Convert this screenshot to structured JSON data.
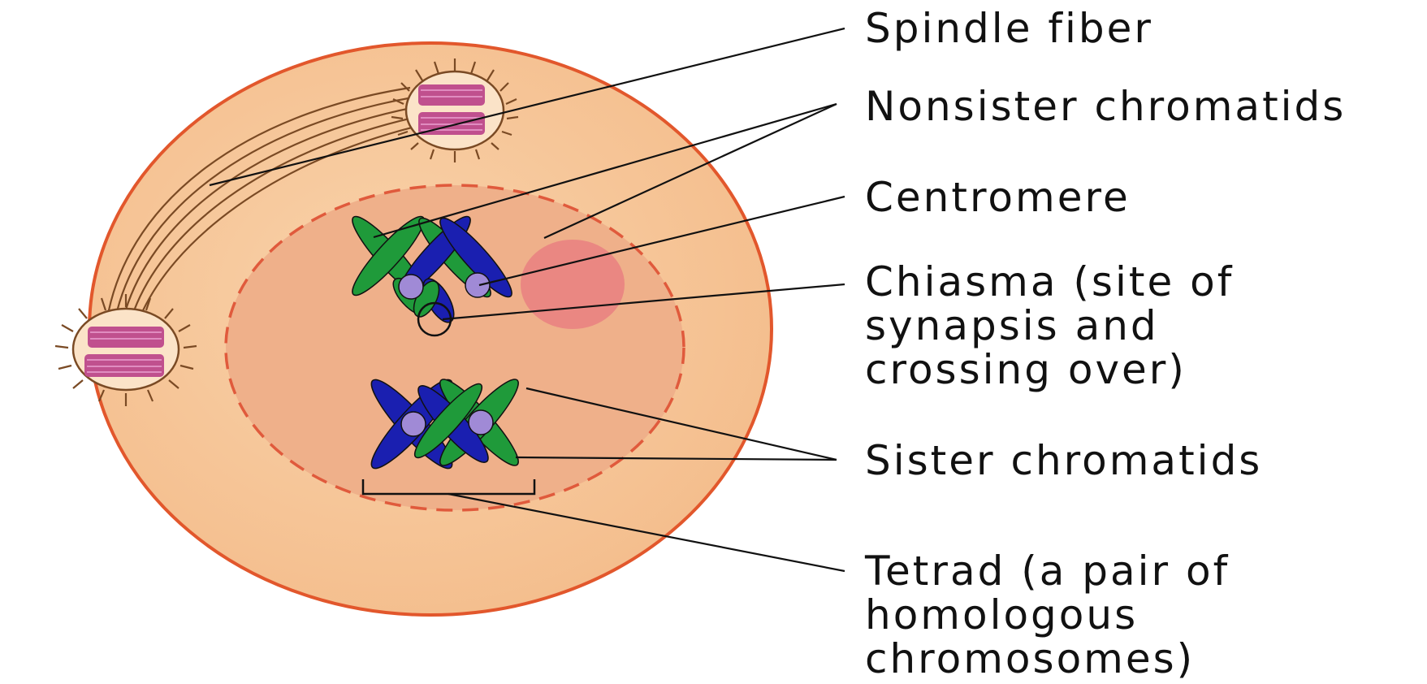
{
  "colors": {
    "cell_fill": "#f6c698",
    "cell_border": "#e2572c",
    "nucleus_fill": "#efae86",
    "nucleus_border": "#e05a3c",
    "chromosome_green": "#1f9a3a",
    "chromosome_blue": "#1a1fb0",
    "centromere": "#a08ad6",
    "centrosome_chromatin": "#c0508e",
    "spindle": "#7a4a24",
    "pink_spot": "#e97a7a"
  },
  "labels": {
    "spindle_fiber": [
      "Spindle fiber"
    ],
    "nonsister_chromatids": [
      "Nonsister chromatids"
    ],
    "centromere": [
      "Centromere"
    ],
    "chiasma": [
      "Chiasma (site of",
      "synapsis and",
      "crossing over)"
    ],
    "sister_chromatids": [
      "Sister chromatids"
    ],
    "tetrad": [
      "Tetrad (a pair of",
      "homologous",
      "chromosomes)"
    ]
  }
}
